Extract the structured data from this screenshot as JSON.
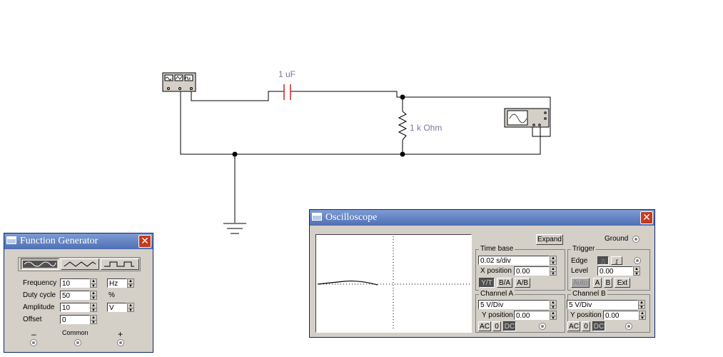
{
  "circuit": {
    "capacitor_label": "1 uF",
    "resistor_label": "1 k Ohm"
  },
  "function_generator": {
    "title": "Function Generator",
    "waveforms": [
      "sine",
      "triangle",
      "square"
    ],
    "selected_waveform": "sine",
    "frequency": {
      "label": "Frequency",
      "value": "10",
      "unit": "Hz"
    },
    "duty_cycle": {
      "label": "Duty cycle",
      "value": "50",
      "unit": "%"
    },
    "amplitude": {
      "label": "Amplitude",
      "value": "10",
      "unit": "V"
    },
    "offset": {
      "label": "Offset",
      "value": "0"
    },
    "terminals": {
      "minus": "–",
      "common": "Common",
      "plus": "+"
    }
  },
  "oscilloscope": {
    "title": "Oscilloscope",
    "expand_label": "Expand",
    "ground_label": "Ground",
    "time_base": {
      "title": "Time base",
      "value": "0.02 s/div",
      "x_position_label": "X position",
      "x_position": "0.00",
      "modes": [
        "Y/T",
        "B/A",
        "A/B"
      ],
      "selected_mode": "Y/T"
    },
    "trigger": {
      "title": "Trigger",
      "edge_label": "Edge",
      "level_label": "Level",
      "level": "0.00",
      "sources": [
        "Auto",
        "A",
        "B",
        "Ext"
      ],
      "selected_source": "Auto"
    },
    "channel_a": {
      "title": "Channel A",
      "scale": "5 V/Div",
      "y_position_label": "Y position",
      "y_position": "0.00",
      "coupling": [
        "AC",
        "0",
        "DC"
      ],
      "selected_coupling": "DC"
    },
    "channel_b": {
      "title": "Channel B",
      "scale": "5 V/Div",
      "y_position_label": "Y position",
      "y_position": "0.00",
      "coupling": [
        "AC",
        "0",
        "DC"
      ],
      "selected_coupling": "DC"
    },
    "colors": {
      "trace": "#000000",
      "screen": "#ffffff"
    }
  }
}
